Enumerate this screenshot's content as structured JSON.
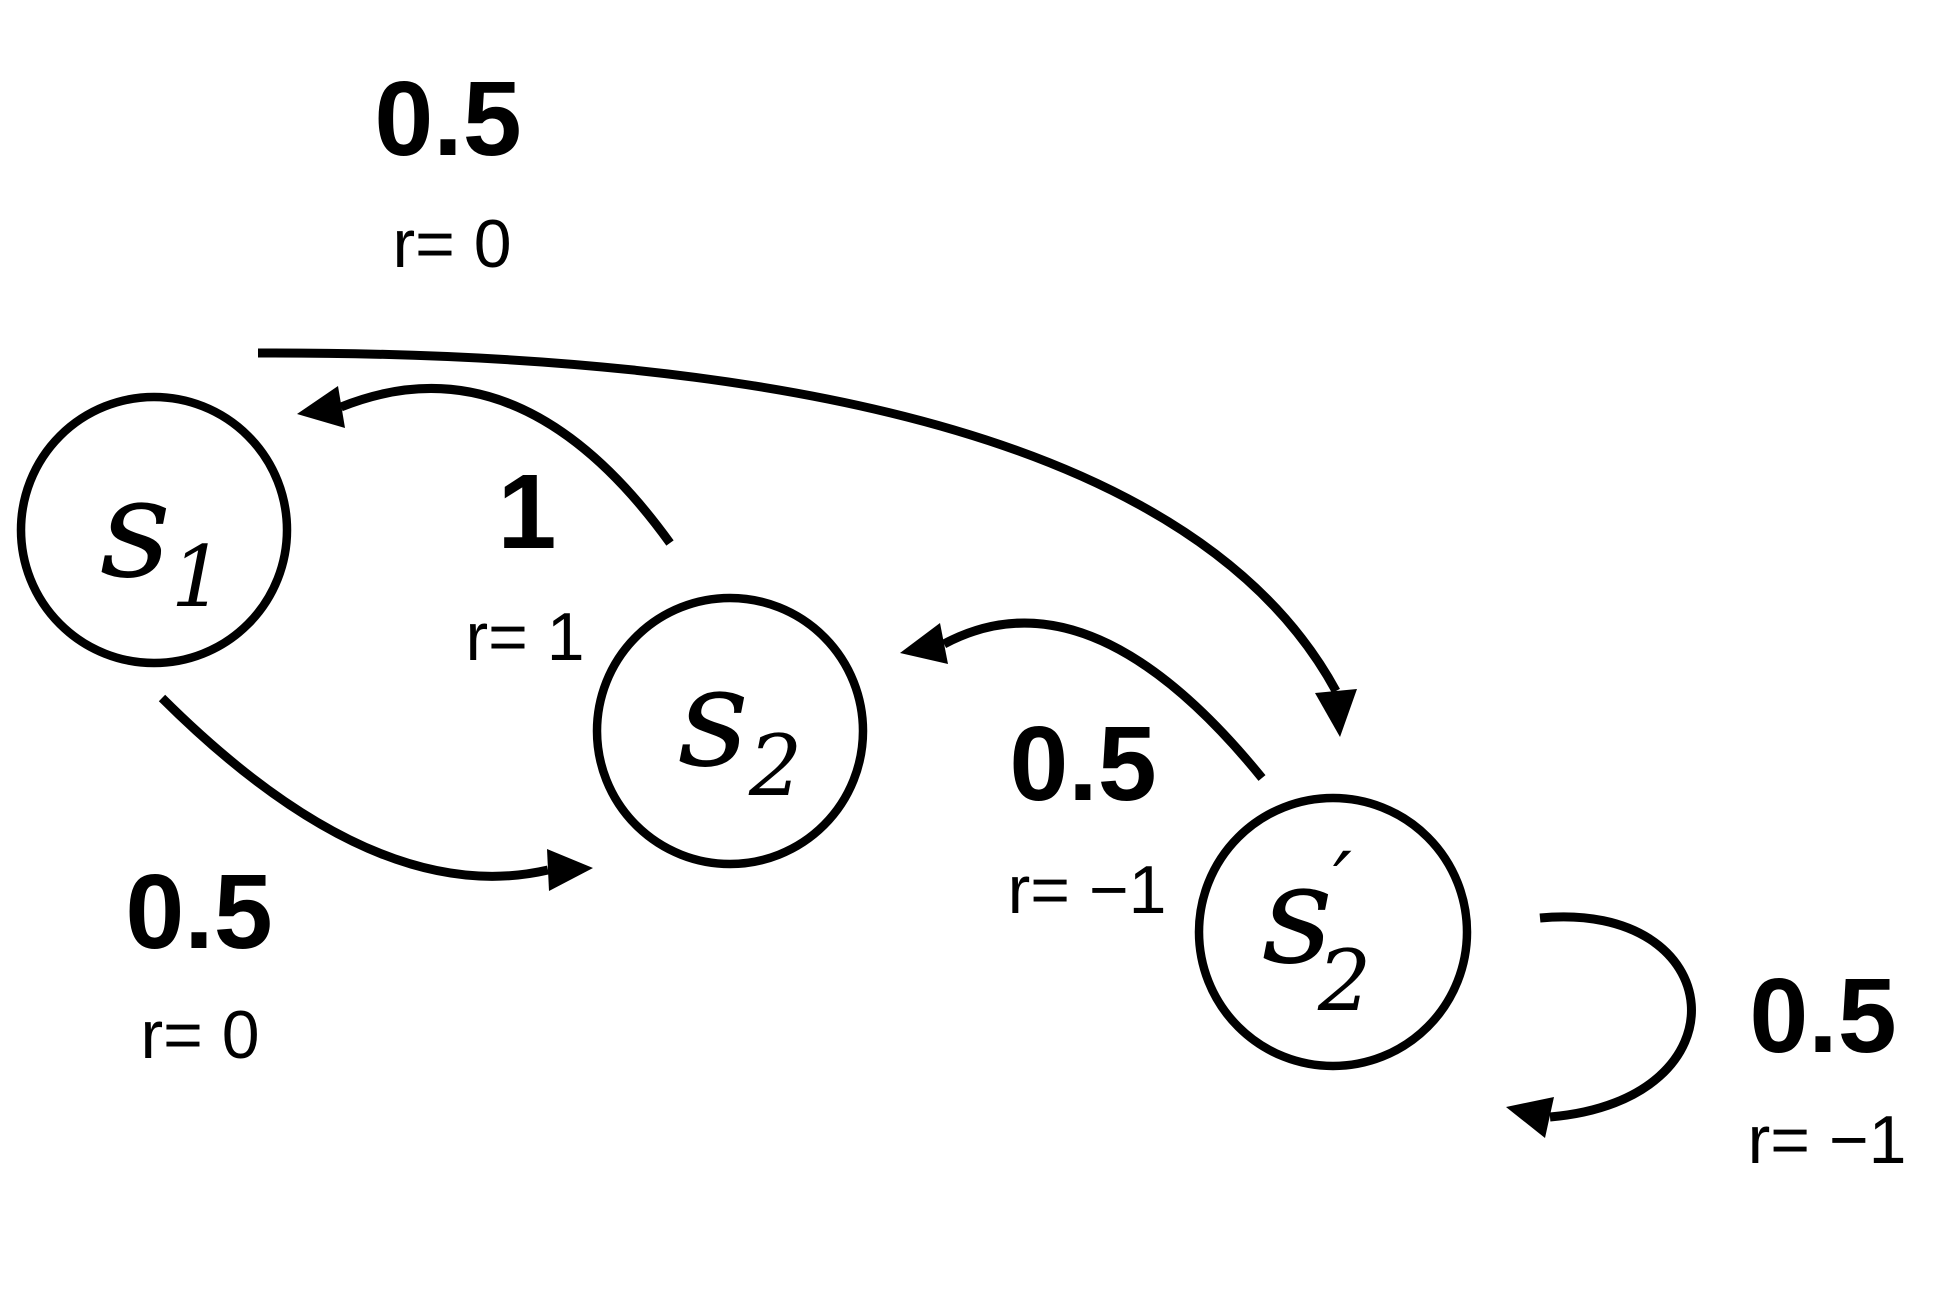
{
  "colors": {
    "background": "#ffffff",
    "ink": "#000000"
  },
  "states": [
    {
      "id": "s1",
      "base": "s",
      "subscript": "1",
      "prime": ""
    },
    {
      "id": "s2",
      "base": "s",
      "subscript": "2",
      "prime": ""
    },
    {
      "id": "s2-prime",
      "base": "s",
      "subscript": "2",
      "prime": "′"
    }
  ],
  "transitions": [
    {
      "id": "s1-to-s2prime",
      "from": "s1",
      "to": "s2-prime",
      "probability": "0.5",
      "reward": "r= 0"
    },
    {
      "id": "s2-to-s1",
      "from": "s2",
      "to": "s1",
      "probability": "1",
      "reward": "r= 1"
    },
    {
      "id": "s1-to-s2",
      "from": "s1",
      "to": "s2",
      "probability": "0.5",
      "reward": "r= 0"
    },
    {
      "id": "s2prime-to-s2",
      "from": "s2-prime",
      "to": "s2",
      "probability": "0.5",
      "reward": "r= −1"
    },
    {
      "id": "s2prime-self-loop",
      "from": "s2-prime",
      "to": "s2-prime",
      "probability": "0.5",
      "reward": "r= −1"
    }
  ]
}
